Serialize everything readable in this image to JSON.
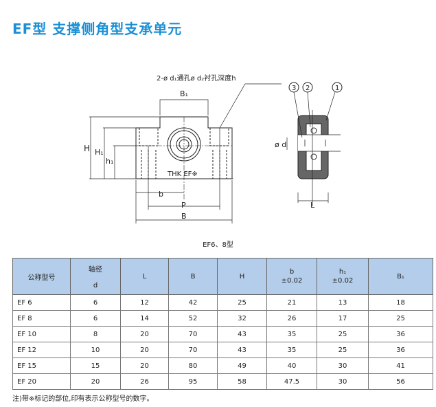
{
  "title": "EF型 支撑侧角型支承单元",
  "drawing": {
    "hole_note": "2-ø d₁通孔ø d₂衬孔深度h",
    "labels": {
      "B1": "B₁",
      "H": "H",
      "H1": "H₁",
      "h1": "h₁",
      "b": "b",
      "P": "P",
      "B": "B",
      "marking": "THK EF※",
      "d": "ø d",
      "L": "L",
      "c1": "1",
      "c2": "2",
      "c3": "3"
    }
  },
  "caption": "EF6、8型",
  "table": {
    "headers": [
      {
        "label": "公称型号"
      },
      {
        "label": "轴径",
        "sub": "d"
      },
      {
        "label": "L"
      },
      {
        "label": "B"
      },
      {
        "label": "H"
      },
      {
        "label": "b",
        "sub": "±0.02"
      },
      {
        "label": "h₁",
        "sub": "±0.02"
      },
      {
        "label": "B₁"
      }
    ],
    "rows": [
      [
        "EF 6",
        "6",
        "12",
        "42",
        "25",
        "21",
        "13",
        "18"
      ],
      [
        "EF 8",
        "6",
        "14",
        "52",
        "32",
        "26",
        "17",
        "25"
      ],
      [
        "EF 10",
        "8",
        "20",
        "70",
        "43",
        "35",
        "25",
        "36"
      ],
      [
        "EF 12",
        "10",
        "20",
        "70",
        "43",
        "35",
        "25",
        "36"
      ],
      [
        "EF 15",
        "15",
        "20",
        "80",
        "49",
        "40",
        "30",
        "41"
      ],
      [
        "EF 20",
        "20",
        "26",
        "95",
        "58",
        "47.5",
        "30",
        "56"
      ]
    ]
  },
  "note": "注)带※标记的部位,印有表示公称型号的数字。"
}
